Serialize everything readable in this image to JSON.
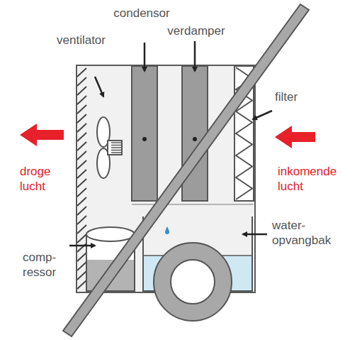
{
  "diagram": {
    "labels": [
      "condensor",
      "verdamper",
      "ventilator",
      "filter",
      "droge lucht",
      "inkomende lucht",
      "water- opvangbak",
      "comp- ressor"
    ]
  }
}
